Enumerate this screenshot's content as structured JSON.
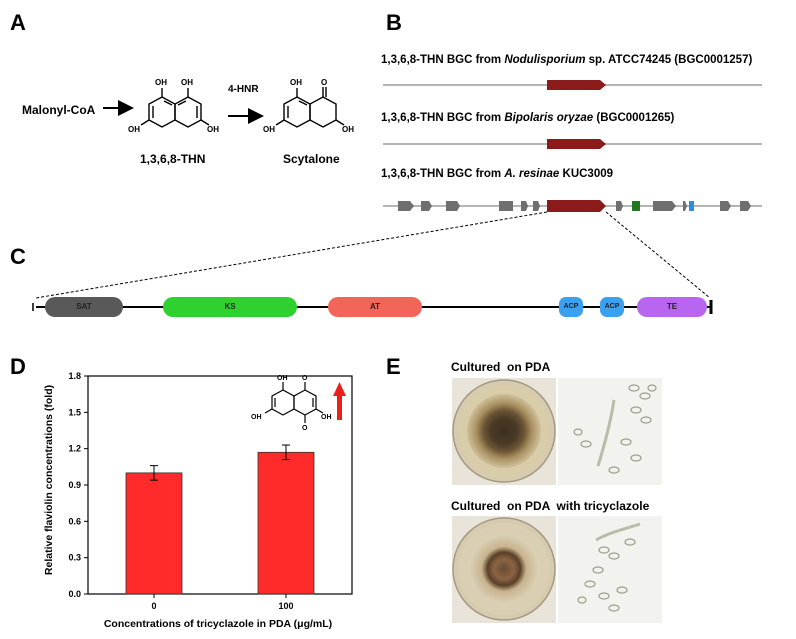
{
  "panels": {
    "a": "A",
    "b": "B",
    "c": "C",
    "d": "D",
    "e": "E"
  },
  "pathway": {
    "substrate": "Malonyl-CoA",
    "intermediate": "1,3,6,8-THN",
    "enzyme": "4-HNR",
    "product": "Scytalone",
    "oh": "OH",
    "o": "O"
  },
  "bgc": {
    "row1": {
      "prefix": "1,3,6,8-THN BGC from ",
      "species": "Nodulisporium",
      "suffix": " sp. ATCC74245 (BGC0001257)"
    },
    "row2": {
      "prefix": "1,3,6,8-THN BGC from ",
      "species": "Bipolaris oryzae",
      "suffix": " (BGC0001265)"
    },
    "row3": {
      "prefix": "1,3,6,8-THN BGC from ",
      "species": "A. resinae",
      "suffix": " KUC3009"
    },
    "colors": {
      "pks": "#8b1a1a",
      "gene": "#6f6f6f",
      "green": "#1f7a1f",
      "blue": "#2b8fe0",
      "line": "#b5b5b5"
    }
  },
  "domains": [
    {
      "name": "SAT",
      "color": "#595959"
    },
    {
      "name": "KS",
      "color": "#2ed12e"
    },
    {
      "name": "AT",
      "color": "#f2665a"
    },
    {
      "name": "ACP",
      "color": "#3aa0ef"
    },
    {
      "name": "ACP",
      "color": "#3aa0ef"
    },
    {
      "name": "TE",
      "color": "#b865f0"
    }
  ],
  "chart_data": {
    "type": "bar",
    "categories": [
      "0",
      "100"
    ],
    "values": [
      1.0,
      1.17
    ],
    "errors": [
      0.06,
      0.06
    ],
    "xlabel": "Concentrations of tricyclazole in PDA (μg/mL)",
    "ylabel": "Relative flaviolin concentrations (fold)",
    "ylim": [
      0,
      1.8
    ],
    "yticks": [
      "0.0",
      "0.3",
      "0.6",
      "0.9",
      "1.2",
      "1.5",
      "1.8"
    ],
    "bar_color": "#ff2a2a",
    "grid": false
  },
  "culture": {
    "title1": "Cultured  on PDA",
    "title2": "Cultured  on PDA  with tricyclazole"
  }
}
